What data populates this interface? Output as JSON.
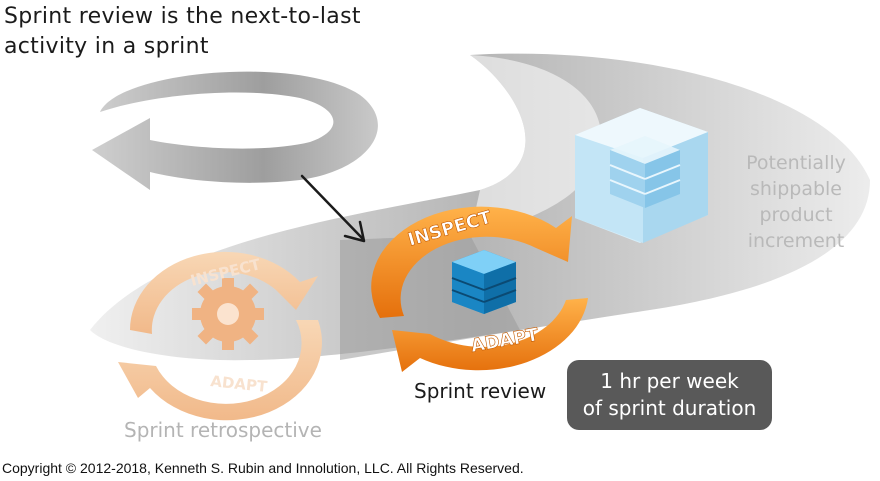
{
  "headline": {
    "line1": "Sprint review is the next-to-last",
    "line2": "activity in a sprint"
  },
  "increment": {
    "label_line1": "Potentially",
    "label_line2": "shippable product",
    "label_line3": "increment"
  },
  "review": {
    "inspect_label": "INSPECT",
    "adapt_label": "ADAPT",
    "title": "Sprint review",
    "duration_line1": "1 hr per week",
    "duration_line2": "of sprint duration"
  },
  "retrospective": {
    "inspect_label": "INSPECT",
    "adapt_label": "ADAPT",
    "title": "Sprint retrospective"
  },
  "footer": {
    "copyright": "Copyright © 2012-2018, Kenneth S. Rubin and Innolution, LLC. All Rights Reserved."
  },
  "colors": {
    "review_orange": "#f28c1e",
    "retro_orange_faded": "#f5c7a0",
    "cube_blue": "#1f96d8",
    "increment_cube": "#bfe3f5",
    "loop_gray": "#b5b5b5",
    "duration_box": "#595959"
  }
}
